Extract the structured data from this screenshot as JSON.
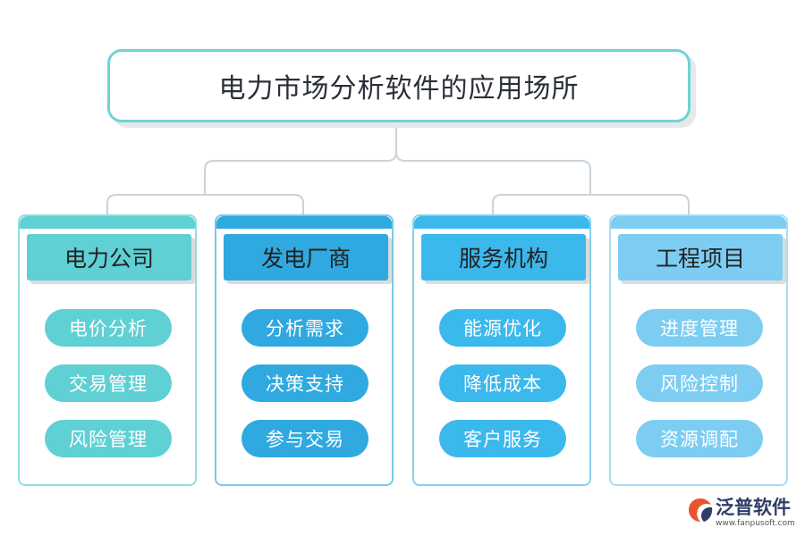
{
  "title": "电力市场分析软件的应用场所",
  "colors": {
    "title_border": "#6fd3d6",
    "connector": "#c9d3da"
  },
  "categories": [
    {
      "label": "电力公司",
      "color": "#5fd0d4",
      "border": "#8fdde0",
      "items": [
        "电价分析",
        "交易管理",
        "风险管理"
      ]
    },
    {
      "label": "发电厂商",
      "color": "#2fa9e0",
      "border": "#7cc7ea",
      "items": [
        "分析需求",
        "决策支持",
        "参与交易"
      ]
    },
    {
      "label": "服务机构",
      "color": "#3bb8ec",
      "border": "#86d0f0",
      "items": [
        "能源优化",
        "降低成本",
        "客户服务"
      ]
    },
    {
      "label": "工程项目",
      "color": "#7dcdf3",
      "border": "#a8dcf5",
      "items": [
        "进度管理",
        "风险控制",
        "资源调配"
      ]
    }
  ],
  "logo": {
    "name": "泛普软件",
    "url": "www.fanpusoft.com",
    "icon": "fanpu-logo-icon"
  }
}
